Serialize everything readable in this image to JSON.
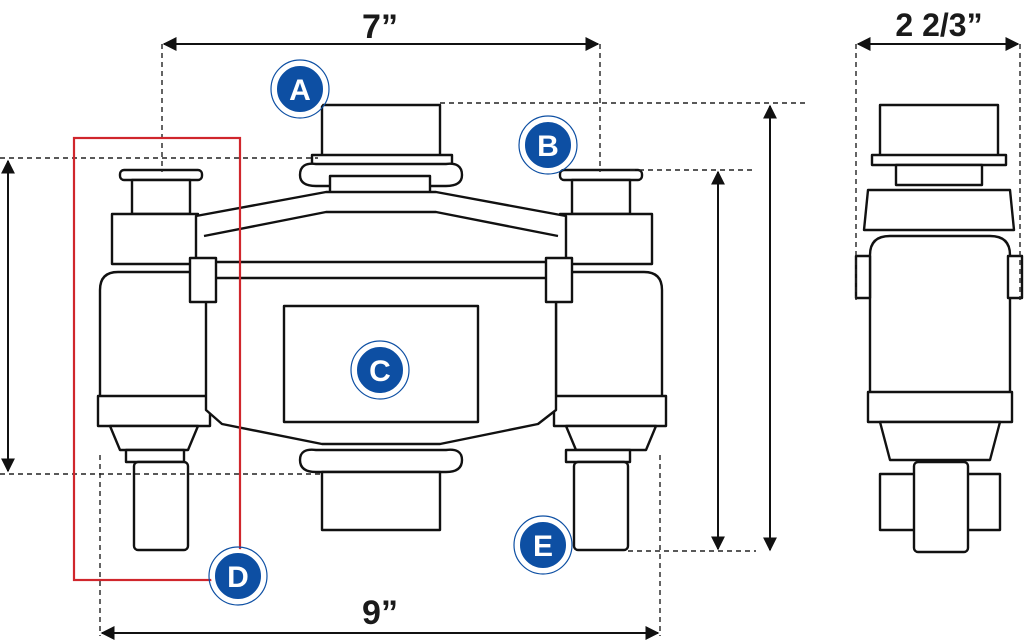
{
  "dimensions": {
    "width_top": "7”",
    "width_bottom": "9”",
    "depth": "2 2/3”"
  },
  "callouts": {
    "a": "A",
    "b": "B",
    "c": "C",
    "d": "D",
    "e": "E"
  },
  "colors": {
    "badge_fill": "#0d4fa3",
    "badge_ring": "#ffffff",
    "highlight_box": "#d0262c",
    "line": "#111111"
  }
}
